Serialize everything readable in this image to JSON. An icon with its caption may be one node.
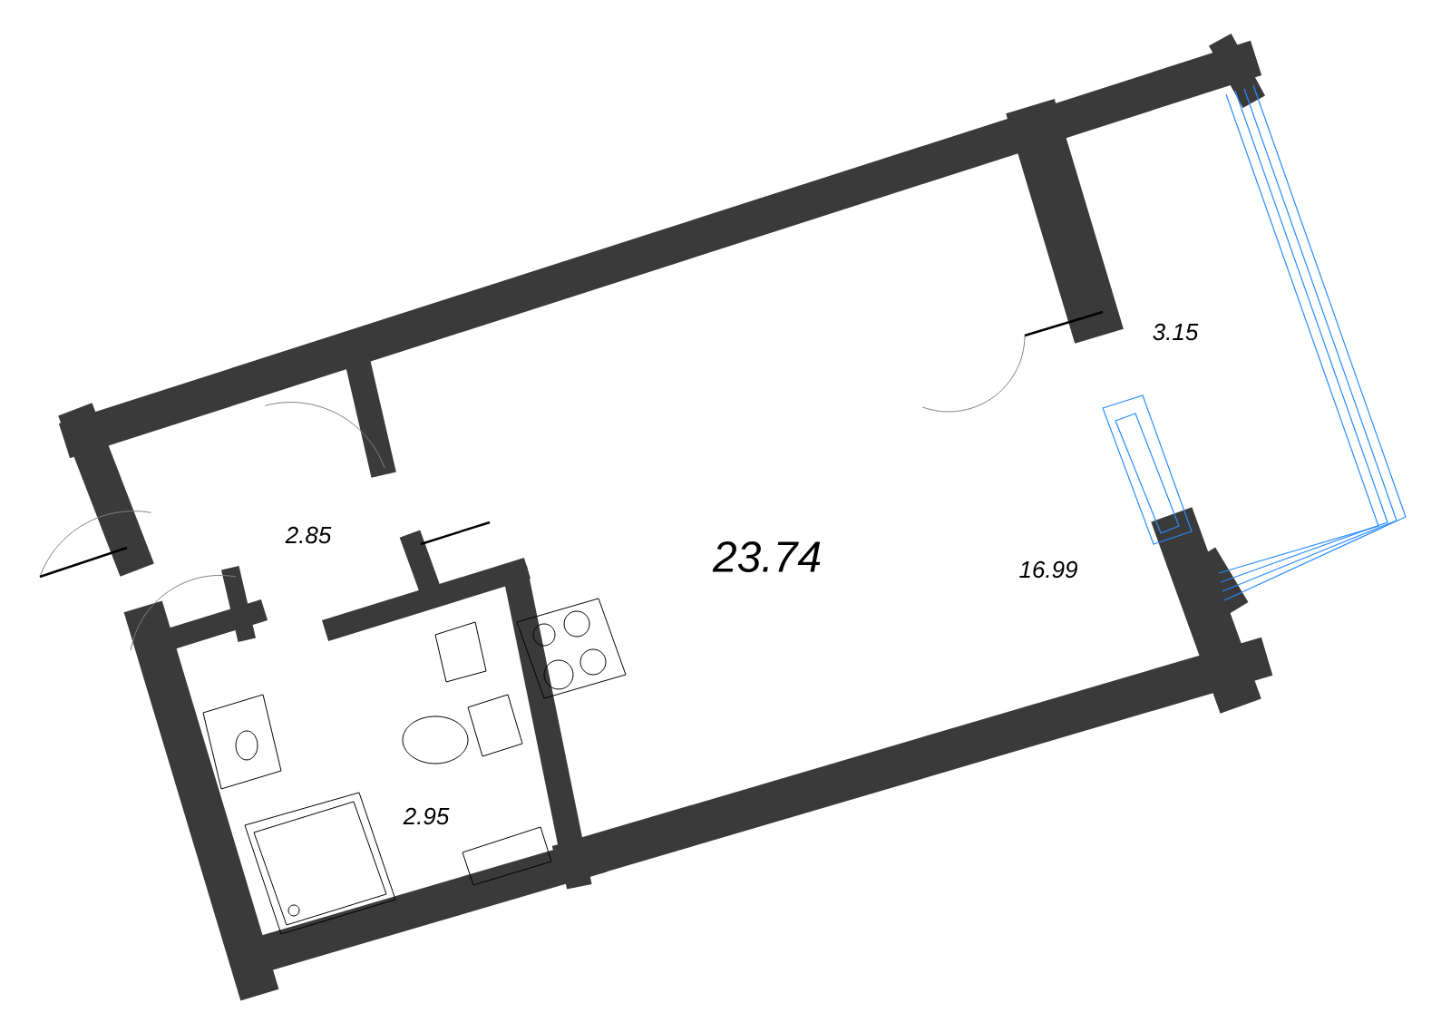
{
  "diagram": {
    "labels": [
      "3.15",
      "2.85",
      "23.74",
      "16.99",
      "2.95"
    ]
  }
}
